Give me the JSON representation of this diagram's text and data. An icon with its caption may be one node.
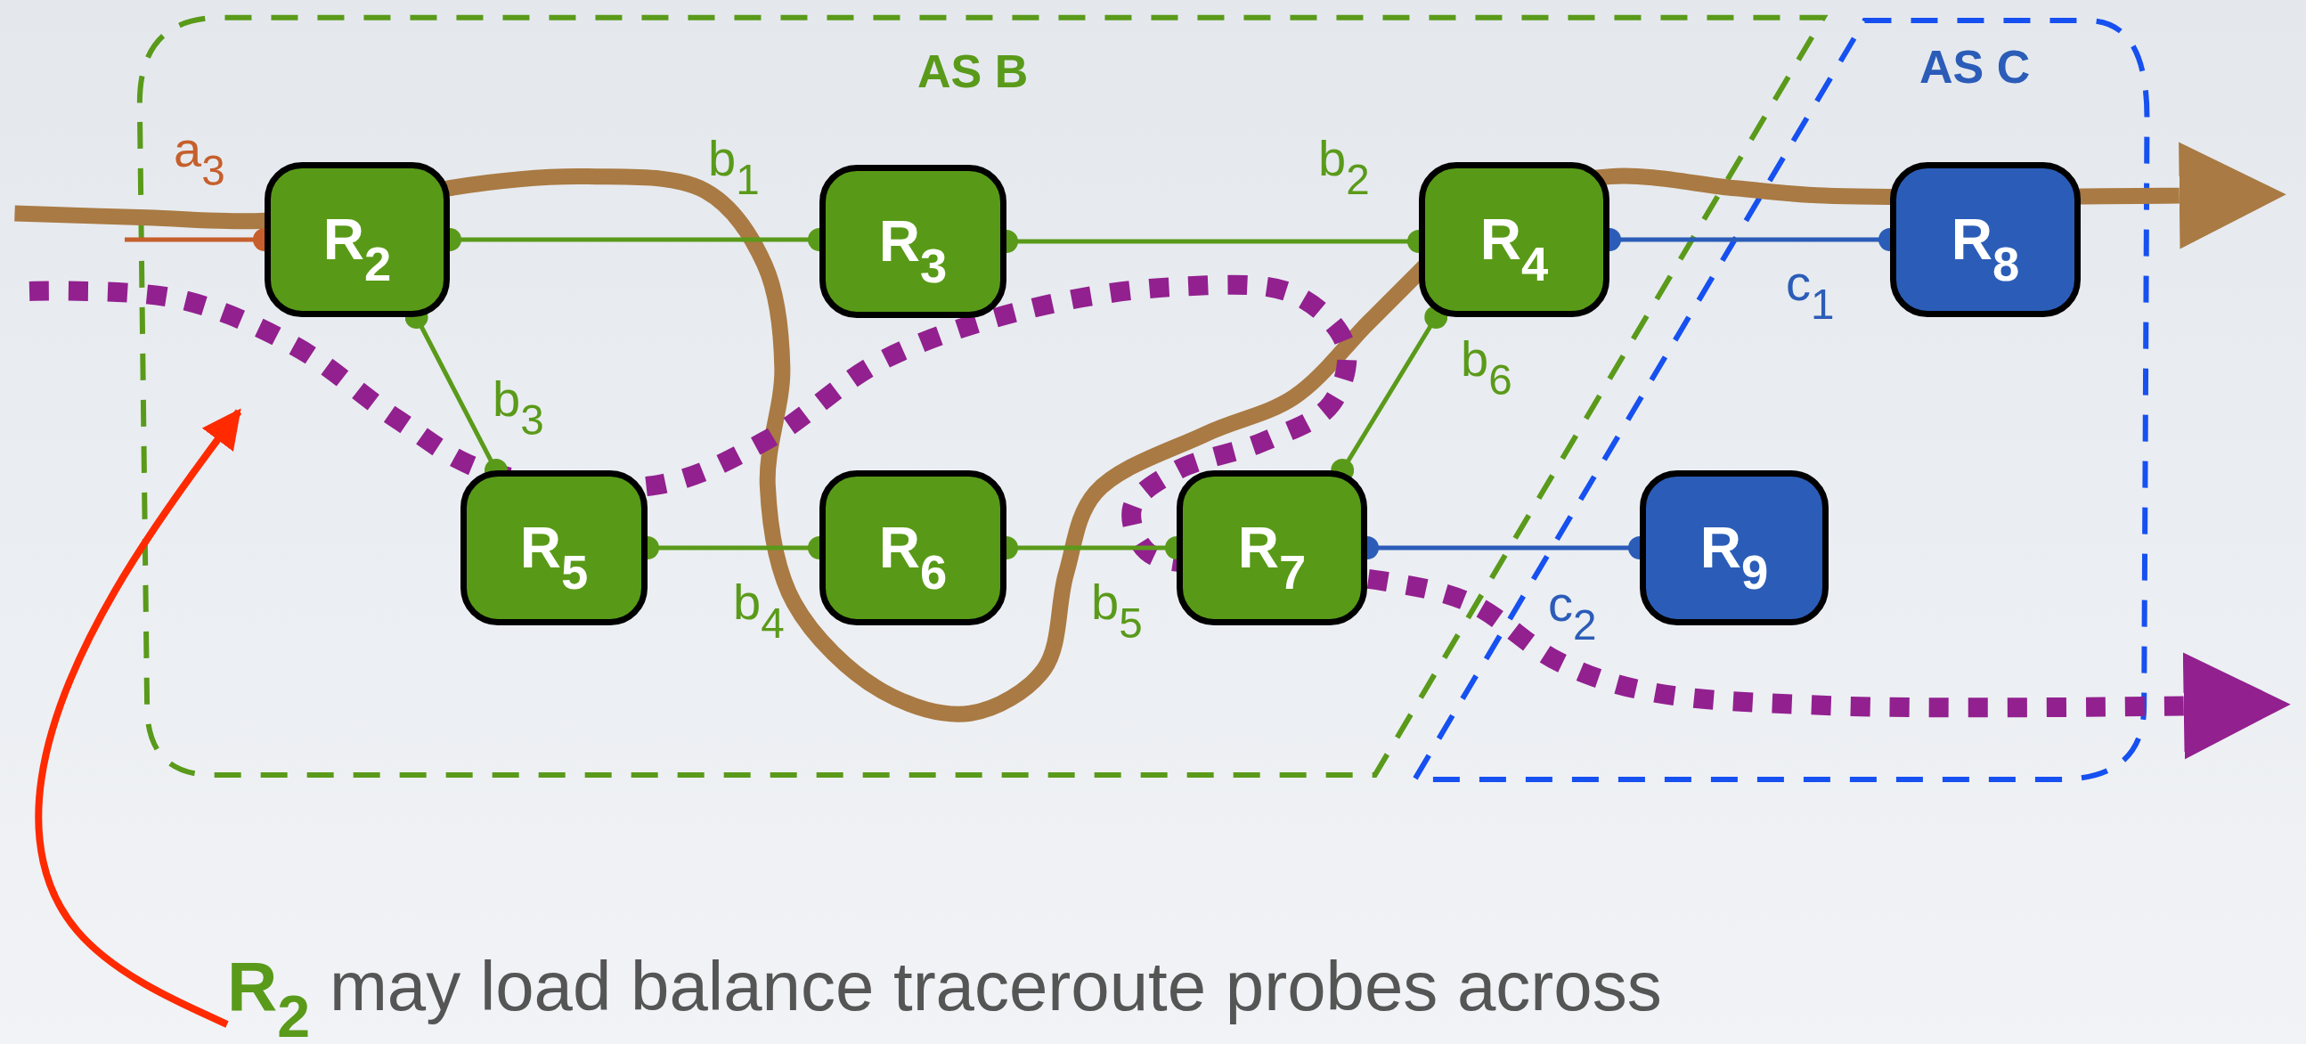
{
  "diagram": {
    "nodes": [
      {
        "text": [
          "AS B"
        ]
      },
      {
        "text": [
          "AS C"
        ]
      },
      {
        "text": [
          "R$_{2}$"
        ],
        "in": 0
      },
      {
        "text": [
          "R$_{3}$"
        ],
        "in": 0
      },
      {
        "text": [
          "R$_{4}$"
        ],
        "in": 0
      },
      {
        "text": [
          "R$_{5}$"
        ],
        "in": 0
      },
      {
        "text": [
          "R$_{6}$"
        ],
        "in": 0
      },
      {
        "text": [
          "R$_{7}$"
        ],
        "in": 0
      },
      {
        "text": [
          "R$_{8}$"
        ],
        "in": 1
      },
      {
        "text": [
          "R$_{9}$"
        ],
        "in": 1
      },
      {
        "text": [
          "**R$_{2}$** may load balance traceroute probes across"
        ]
      }
    ],
    "edges": [
      {
        "from": 2,
        "to": 3,
        "arrow": "other",
        "label": "b$_{1}$"
      },
      {
        "from": 3,
        "to": 4,
        "arrow": "other",
        "label": "b$_{2}$"
      },
      {
        "from": 2,
        "to": 5,
        "arrow": "other",
        "label": "b$_{3}$"
      },
      {
        "from": 5,
        "to": 6,
        "arrow": "other",
        "label": "b$_{4}$"
      },
      {
        "from": 6,
        "to": 7,
        "arrow": "other",
        "label": "b$_{5}$"
      },
      {
        "from": 4,
        "to": 7,
        "arrow": "other",
        "label": "b$_{6}$"
      },
      {
        "from": 4,
        "to": 8,
        "arrow": "other",
        "label": "c$_{1}$",
        "color": "#2b5cb8"
      },
      {
        "from": 7,
        "to": 9,
        "arrow": "other",
        "label": "c$_{2}$",
        "color": "#2b5cb8"
      },
      {
        "from": null,
        "to": 2,
        "arrow": "other",
        "label": "a$_{3}$",
        "color": "#c65f2c"
      },
      {
        "from": 10,
        "to": null,
        "arrow": "to",
        "color": "#ff2a00"
      }
    ]
  }
}
